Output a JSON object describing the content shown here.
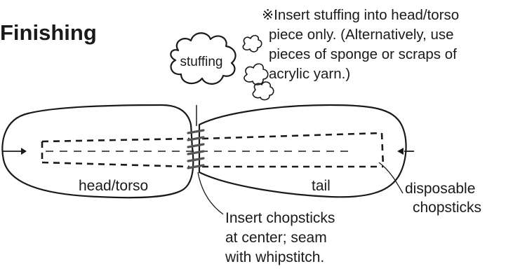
{
  "title": "Finishing",
  "note": {
    "lines": [
      "※Insert stuffing into head/torso",
      "piece only. (Alternatively, use",
      "pieces of sponge or scraps of",
      "acrylic yarn.)"
    ]
  },
  "labels": {
    "stuffing": "stuffing",
    "head_torso": "head/torso",
    "tail": "tail",
    "disposable_chopsticks": [
      "disposable",
      "chopsticks"
    ],
    "instruction": [
      "Insert chopsticks",
      "at center; seam",
      "with whipstitch."
    ]
  },
  "colors": {
    "ink": "#1a1a1a",
    "thread": "#555555",
    "background": "#ffffff"
  },
  "icons": [
    "stuffing-cloud-icon",
    "stuffing-puff-icon",
    "arrow-right-icon",
    "arrow-left-icon"
  ]
}
